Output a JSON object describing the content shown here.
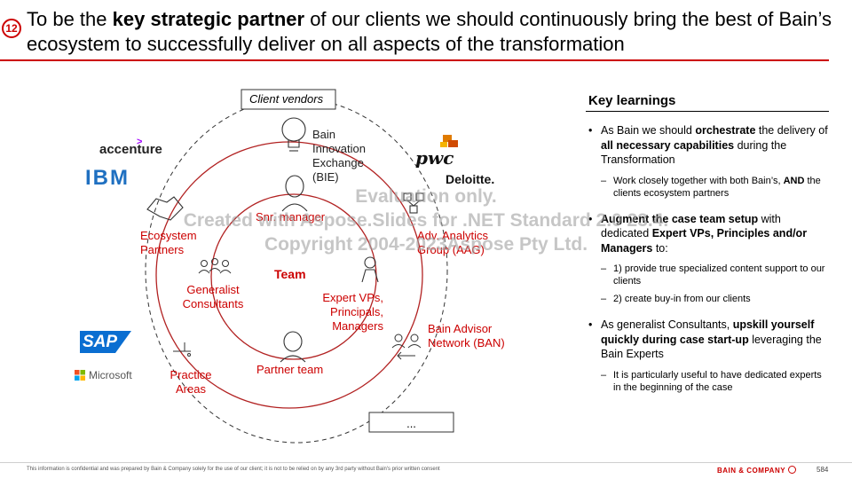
{
  "header": {
    "badge": "12",
    "title_pre": "To be the ",
    "title_bold": "key strategic partner",
    "title_post": " of our clients we should continuously bring the best of Bain’s ecosystem to successfully deliver on all aspects of the transformation"
  },
  "diagram": {
    "client_vendors": "Client vendors",
    "ellipsis_box": "...",
    "bie": "Bain Innovation Exchange (BIE)",
    "snr_manager": "Snr. manager",
    "aag": "Adv. Analytics Group (AAG)",
    "ecosystem_partners": "Ecosystem Partners",
    "team": "Team",
    "generalist_consultants": "Generalist Consultants",
    "expert_vps": "Expert VPs, Principals, Managers",
    "ban": "Bain Advisor Network (BAN)",
    "partner_team": "Partner team",
    "practice_areas": "Practice Areas"
  },
  "logos": {
    "accenture": "accenture",
    "ibm": "IBM",
    "pwc": "pwc",
    "deloitte": "Deloitte.",
    "sap": "SAP",
    "microsoft": "Microsoft"
  },
  "key_learnings": {
    "title": "Key learnings",
    "b1_pre": "As Bain we should ",
    "b1_bold1": "orchestrate",
    "b1_mid": " the delivery of ",
    "b1_bold2": "all necessary capabilities",
    "b1_post": " during the Transformation",
    "b1_sub_pre": "Work closely together with both Bain’s, ",
    "b1_sub_bold": "AND",
    "b1_sub_post": " the clients ecosystem partners",
    "b2_bold1": "Augment the case team setup",
    "b2_mid": " with dedicated ",
    "b2_bold2": "Expert VPs, Principles and/or Managers",
    "b2_post": " to:",
    "b2_sub1": "1) provide true specialized content support to our clients",
    "b2_sub2": "2) create buy-in from our clients",
    "b3_pre": "As generalist Consultants, ",
    "b3_bold": "upskill yourself quickly during case start-up",
    "b3_post": " leveraging the Bain Experts",
    "b3_sub": "It is particularly useful to have dedicated experts in the beginning of the case"
  },
  "watermark": {
    "line1": "Evaluation only.",
    "line2": "Created with Aspose.Slides for .NET Standard 2.0 23.4.",
    "line3": "Copyright 2004-2023Aspose Pty Ltd."
  },
  "footer": {
    "note": "This information is confidential and was prepared by Bain & Company solely for the use of our client; it is not to be relied on by any 3rd party without Bain's prior written consent",
    "brand": "BAIN & COMPANY",
    "page": "584"
  },
  "colors": {
    "accent": "#cc0000",
    "pwc_orange": "#e07b00",
    "ibm_blue": "#1f70c1",
    "sap_blue": "#0a6ed1"
  }
}
